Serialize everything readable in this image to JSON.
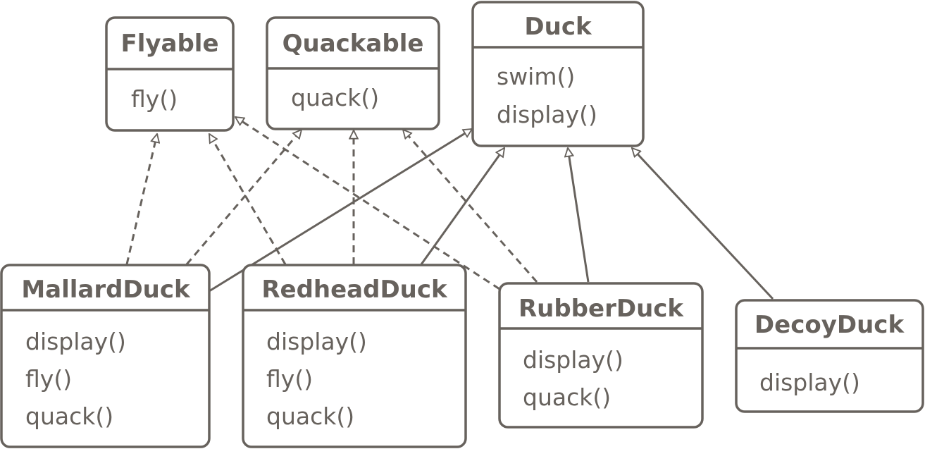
{
  "classes": {
    "flyable": {
      "name": "Flyable",
      "methods": [
        "fly()"
      ]
    },
    "quackable": {
      "name": "Quackable",
      "methods": [
        "quack()"
      ]
    },
    "duck": {
      "name": "Duck",
      "methods": [
        "swim()",
        "display()"
      ]
    },
    "mallard": {
      "name": "MallardDuck",
      "methods": [
        "display()",
        "fly()",
        "quack()"
      ]
    },
    "redhead": {
      "name": "RedheadDuck",
      "methods": [
        "display()",
        "fly()",
        "quack()"
      ]
    },
    "rubber": {
      "name": "RubberDuck",
      "methods": [
        "display()",
        "quack()"
      ]
    },
    "decoy": {
      "name": "DecoyDuck",
      "methods": [
        "display()"
      ]
    }
  },
  "colors": {
    "stroke": "#67625d"
  }
}
